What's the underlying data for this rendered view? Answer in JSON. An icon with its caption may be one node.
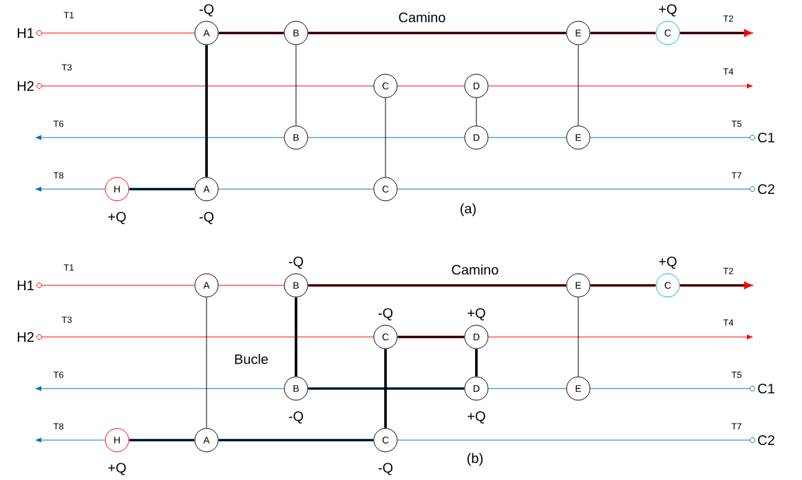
{
  "diagram": {
    "nodes": [
      {
        "text": [],
        "shape": "circle",
        "beside": [
          "H1"
        ]
      },
      {
        "text": [
          "A"
        ],
        "beside": [
          "-Q"
        ]
      },
      {
        "text": [
          "B"
        ]
      },
      {
        "text": [
          "E"
        ]
      },
      {
        "text": [
          "C"
        ],
        "beside": [
          "+Q"
        ]
      },
      {
        "text": [],
        "shape": "circle",
        "beside": [
          "H2"
        ]
      },
      {
        "text": [
          "C"
        ]
      },
      {
        "text": [
          "D"
        ]
      },
      {
        "text": [
          "B"
        ]
      },
      {
        "text": [
          "D"
        ]
      },
      {
        "text": [
          "E"
        ]
      },
      {
        "text": [],
        "shape": "circle",
        "beside": [
          "C1"
        ]
      },
      {
        "text": [
          "H"
        ],
        "beside": [
          "+Q"
        ]
      },
      {
        "text": [
          "A"
        ],
        "beside": [
          "-Q"
        ]
      },
      {
        "text": [
          "C"
        ]
      },
      {
        "text": [],
        "shape": "circle",
        "beside": [
          "C2"
        ]
      },
      {
        "text": [],
        "shape": "circle",
        "beside": [
          "H1"
        ]
      },
      {
        "text": [
          "A"
        ]
      },
      {
        "text": [
          "B"
        ],
        "beside": [
          "-Q"
        ]
      },
      {
        "text": [
          "E"
        ]
      },
      {
        "text": [
          "C"
        ],
        "beside": [
          "+Q"
        ]
      },
      {
        "text": [],
        "shape": "circle",
        "beside": [
          "H2"
        ]
      },
      {
        "text": [
          "C"
        ],
        "beside": [
          "-Q"
        ]
      },
      {
        "text": [
          "D"
        ],
        "beside": [
          "+Q"
        ]
      },
      {
        "text": [
          "B"
        ],
        "beside": [
          "-Q"
        ]
      },
      {
        "text": [
          "D"
        ],
        "beside": [
          "+Q"
        ]
      },
      {
        "text": [
          "E"
        ]
      },
      {
        "text": [],
        "shape": "circle",
        "beside": [
          "C1"
        ]
      },
      {
        "text": [
          "H"
        ],
        "beside": [
          "+Q"
        ]
      },
      {
        "text": [
          "A"
        ]
      },
      {
        "text": [
          "C"
        ],
        "beside": [
          "-Q"
        ]
      },
      {
        "text": [],
        "shape": "circle",
        "beside": [
          "C2"
        ]
      }
    ],
    "edges": [
      {
        "from": 0,
        "to": 1,
        "arrow": "none",
        "color": "#ff0000"
      },
      {
        "from": 1,
        "to": 2,
        "arrow": "none",
        "color": "#ff0000",
        "style": "thick"
      },
      {
        "from": 2,
        "to": 3,
        "arrow": "none",
        "color": "#ff0000",
        "style": "thick"
      },
      {
        "from": 3,
        "to": 4,
        "arrow": "none",
        "color": "#ff0000",
        "style": "thick"
      },
      {
        "from": 4,
        "to": null,
        "arrow": "to",
        "color": "#ff0000",
        "style": "thick"
      },
      {
        "from": 5,
        "to": 6,
        "arrow": "none",
        "color": "#ff0000"
      },
      {
        "from": 6,
        "to": 7,
        "arrow": "none",
        "color": "#ff0000"
      },
      {
        "from": 7,
        "to": null,
        "arrow": "to",
        "color": "#ff0000"
      },
      {
        "from": 11,
        "to": 10,
        "arrow": "none",
        "color": "#0070c0"
      },
      {
        "from": 10,
        "to": 9,
        "arrow": "none",
        "color": "#0070c0"
      },
      {
        "from": 9,
        "to": 8,
        "arrow": "none",
        "color": "#0070c0"
      },
      {
        "from": 8,
        "to": null,
        "arrow": "to",
        "color": "#0070c0"
      },
      {
        "from": 15,
        "to": 14,
        "arrow": "none",
        "color": "#0070c0"
      },
      {
        "from": 14,
        "to": 13,
        "arrow": "none",
        "color": "#0070c0"
      },
      {
        "from": 13,
        "to": 12,
        "arrow": "none",
        "color": "#0070c0",
        "style": "thick"
      },
      {
        "from": 12,
        "to": null,
        "arrow": "to",
        "color": "#0070c0"
      },
      {
        "from": 1,
        "to": 13,
        "arrow": "none",
        "style": "thick",
        "color": "#000000"
      },
      {
        "from": 2,
        "to": 8,
        "arrow": "none",
        "color": "#000000"
      },
      {
        "from": 6,
        "to": 14,
        "arrow": "none",
        "color": "#000000"
      },
      {
        "from": 7,
        "to": 9,
        "arrow": "none",
        "color": "#000000"
      },
      {
        "from": 3,
        "to": 10,
        "arrow": "none",
        "color": "#000000"
      },
      {
        "from": 16,
        "to": 17,
        "arrow": "none",
        "color": "#ff0000"
      },
      {
        "from": 17,
        "to": 18,
        "arrow": "none",
        "color": "#ff0000"
      },
      {
        "from": 18,
        "to": 19,
        "arrow": "none",
        "color": "#ff0000",
        "style": "thick"
      },
      {
        "from": 19,
        "to": 20,
        "arrow": "none",
        "color": "#ff0000",
        "style": "thick"
      },
      {
        "from": 20,
        "to": null,
        "arrow": "to",
        "color": "#ff0000",
        "style": "thick"
      },
      {
        "from": 21,
        "to": 22,
        "arrow": "none",
        "color": "#ff0000"
      },
      {
        "from": 22,
        "to": 23,
        "arrow": "none",
        "color": "#ff0000",
        "style": "thick"
      },
      {
        "from": 23,
        "to": null,
        "arrow": "to",
        "color": "#ff0000"
      },
      {
        "from": 27,
        "to": 26,
        "arrow": "none",
        "color": "#0070c0"
      },
      {
        "from": 26,
        "to": 25,
        "arrow": "none",
        "color": "#0070c0"
      },
      {
        "from": 25,
        "to": 24,
        "arrow": "none",
        "color": "#0070c0",
        "style": "thick"
      },
      {
        "from": 24,
        "to": null,
        "arrow": "to",
        "color": "#0070c0"
      },
      {
        "from": 31,
        "to": 30,
        "arrow": "none",
        "color": "#0070c0"
      },
      {
        "from": 30,
        "to": 29,
        "arrow": "none",
        "color": "#0070c0",
        "style": "thick"
      },
      {
        "from": 29,
        "to": 28,
        "arrow": "none",
        "color": "#0070c0",
        "style": "thick"
      },
      {
        "from": 28,
        "to": null,
        "arrow": "to",
        "color": "#0070c0"
      },
      {
        "from": 17,
        "to": 29,
        "arrow": "none",
        "color": "#000000"
      },
      {
        "from": 18,
        "to": 24,
        "arrow": "none",
        "style": "thick",
        "color": "#000000"
      },
      {
        "from": 22,
        "to": 30,
        "arrow": "none",
        "style": "thick",
        "color": "#000000"
      },
      {
        "from": 23,
        "to": 25,
        "arrow": "none",
        "style": "thick",
        "color": "#000000"
      },
      {
        "from": 19,
        "to": 26,
        "arrow": "none",
        "color": "#000000"
      }
    ],
    "labels": [
      "T1",
      "Camino",
      "T2",
      "T3",
      "T4",
      "T6",
      "T5",
      "T8",
      "T7",
      "(a)",
      "T1",
      "Camino",
      "T2",
      "T3",
      "T4",
      "Bucle",
      "T6",
      "T5",
      "T8",
      "T7",
      "(b)"
    ]
  }
}
